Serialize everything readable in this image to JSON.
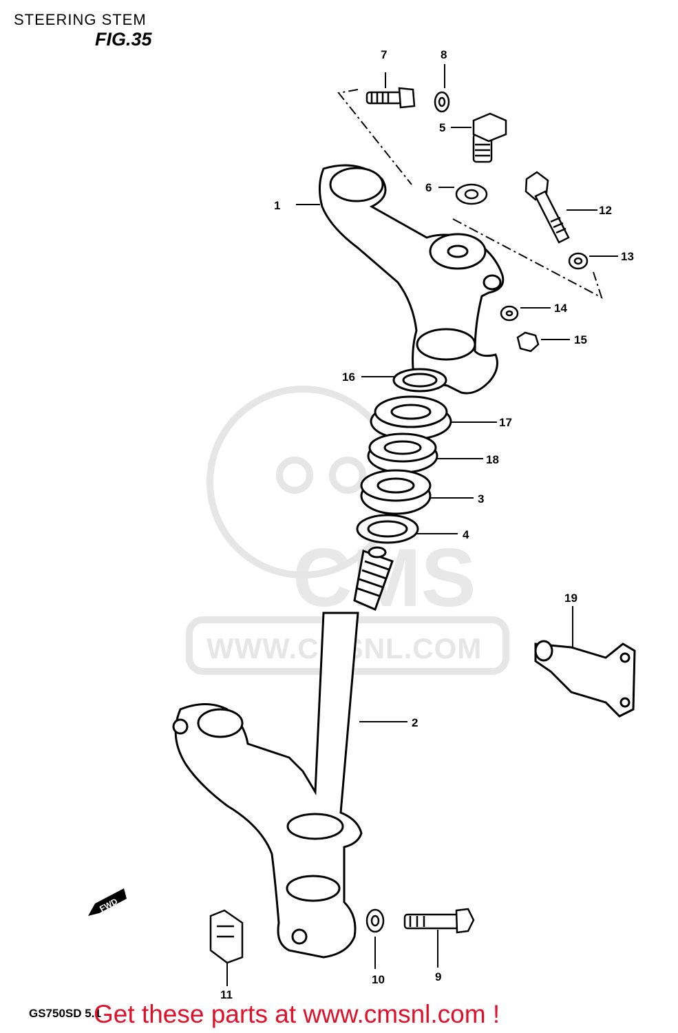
{
  "header": {
    "title": "STEERING STEM",
    "figure": "FIG.35"
  },
  "footer": {
    "model": "GS750SD 5.1",
    "promo": "Get these parts at www.cmsnl.com !"
  },
  "watermark": {
    "brand": "CMS",
    "url": "WWW.CMSNL.COM"
  },
  "direction_label": "FWD",
  "callouts": [
    "1",
    "2",
    "3",
    "4",
    "5",
    "6",
    "7",
    "8",
    "9",
    "10",
    "11",
    "12",
    "13",
    "14",
    "15",
    "16",
    "17",
    "18",
    "19"
  ]
}
